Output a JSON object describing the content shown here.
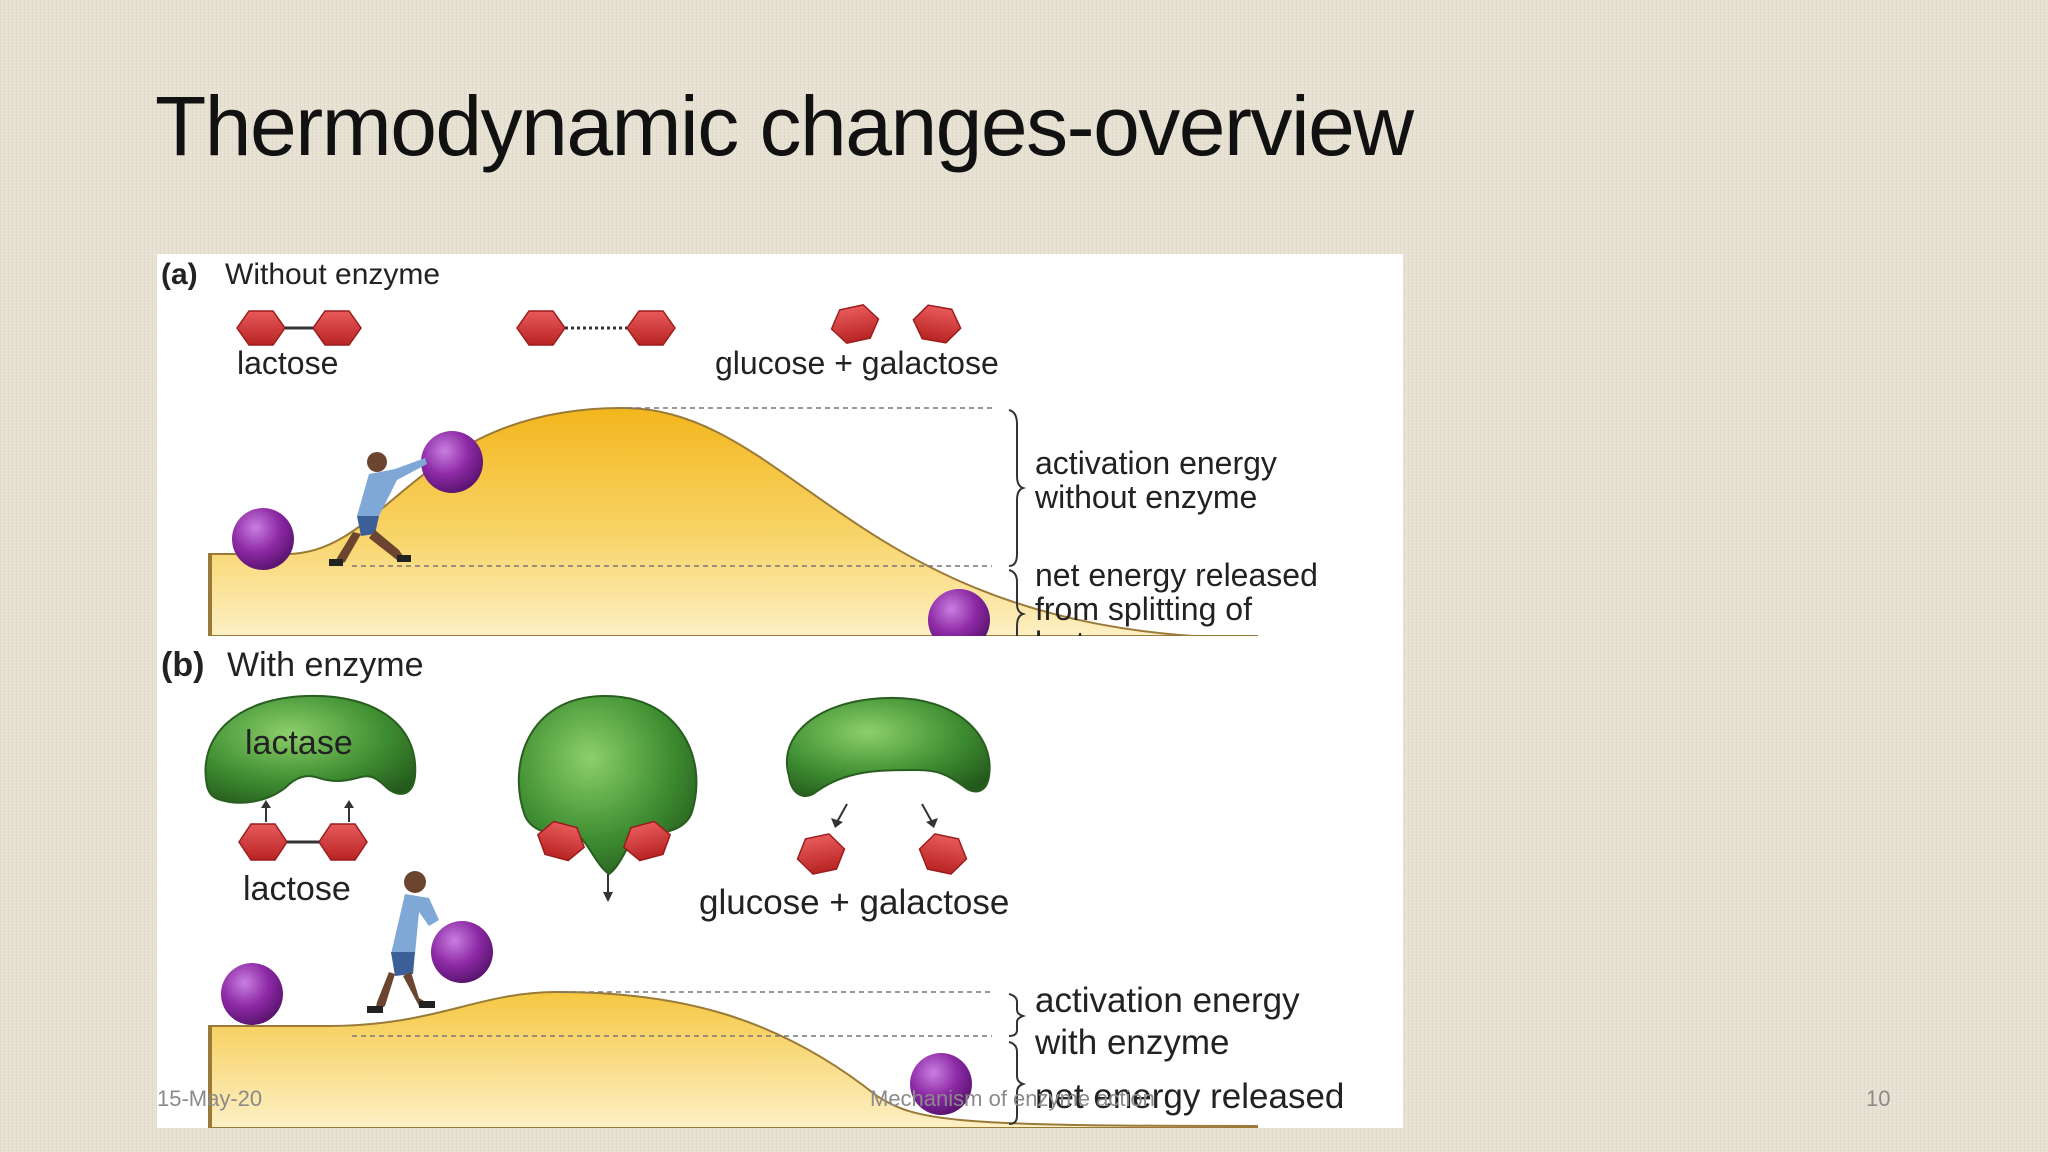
{
  "slide": {
    "title": "Thermodynamic changes-overview",
    "footer": {
      "date": "15-May-20",
      "center": "Mechanism of enzyme action",
      "page": "10"
    }
  },
  "panel_a": {
    "letter": "(a)",
    "heading": "Without enzyme",
    "substrate_label": "lactose",
    "products_label": "glucose + galactose",
    "activation_label_line1": "activation energy",
    "activation_label_line2": "without enzyme",
    "net_label_line1": "net energy released",
    "net_label_line2": "from splitting of",
    "net_label_line3": "lactose"
  },
  "panel_b": {
    "letter": "(b)",
    "heading": "With enzyme",
    "enzyme_label": "lactase",
    "substrate_label": "lactose",
    "products_label": "glucose + galactose",
    "activation_label_line1": "activation energy",
    "activation_label_line2": "with enzyme",
    "net_label_line1": "net energy released"
  },
  "colors": {
    "molecule": "#d63a3a",
    "ball": "#8e2aa6",
    "hill": "#f5c431",
    "enzyme": "#3f8f32"
  }
}
